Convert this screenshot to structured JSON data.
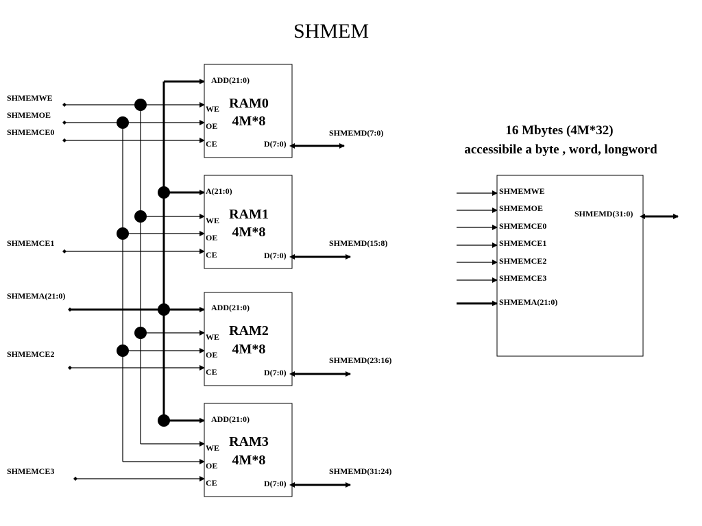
{
  "title": "SHMEM",
  "inputs": {
    "we": "SHMEMWE",
    "oe": "SHMEMOE",
    "ce0": "SHMEMCE0",
    "ce1": "SHMEMCE1",
    "addr": "SHMEMA(21:0)",
    "ce2": "SHMEMCE2",
    "ce3": "SHMEMCE3"
  },
  "rams": [
    {
      "name": "RAM0",
      "size": "4M*8",
      "addr_pin": "ADD(21:0)",
      "we_pin": "WE",
      "oe_pin": "OE",
      "ce_pin": "CE",
      "data_pin": "D(7:0)",
      "data_bus": "SHMEMD(7:0)"
    },
    {
      "name": "RAM1",
      "size": "4M*8",
      "addr_pin": "A(21:0)",
      "we_pin": "WE",
      "oe_pin": "OE",
      "ce_pin": "CE",
      "data_pin": "D(7:0)",
      "data_bus": "SHMEMD(15:8)"
    },
    {
      "name": "RAM2",
      "size": "4M*8",
      "addr_pin": "ADD(21:0)",
      "we_pin": "WE",
      "oe_pin": "OE",
      "ce_pin": "CE",
      "data_pin": "D(7:0)",
      "data_bus": "SHMEMD(23:16)"
    },
    {
      "name": "RAM3",
      "size": "4M*8",
      "addr_pin": "ADD(21:0)",
      "we_pin": "WE",
      "oe_pin": "OE",
      "ce_pin": "CE",
      "data_pin": "D(7:0)",
      "data_bus": "SHMEMD(31:24)"
    }
  ],
  "summary": {
    "caption_line1": "16 Mbytes (4M*32)",
    "caption_line2": "accessibile a byte , word, longword",
    "pins": [
      "SHMEMWE",
      "SHMEMOE",
      "SHMEMCE0",
      "SHMEMCE1",
      "SHMEMCE2",
      "SHMEMCE3",
      "SHMEMA(21:0)"
    ],
    "data_bus": "SHMEMD(31:0)"
  }
}
